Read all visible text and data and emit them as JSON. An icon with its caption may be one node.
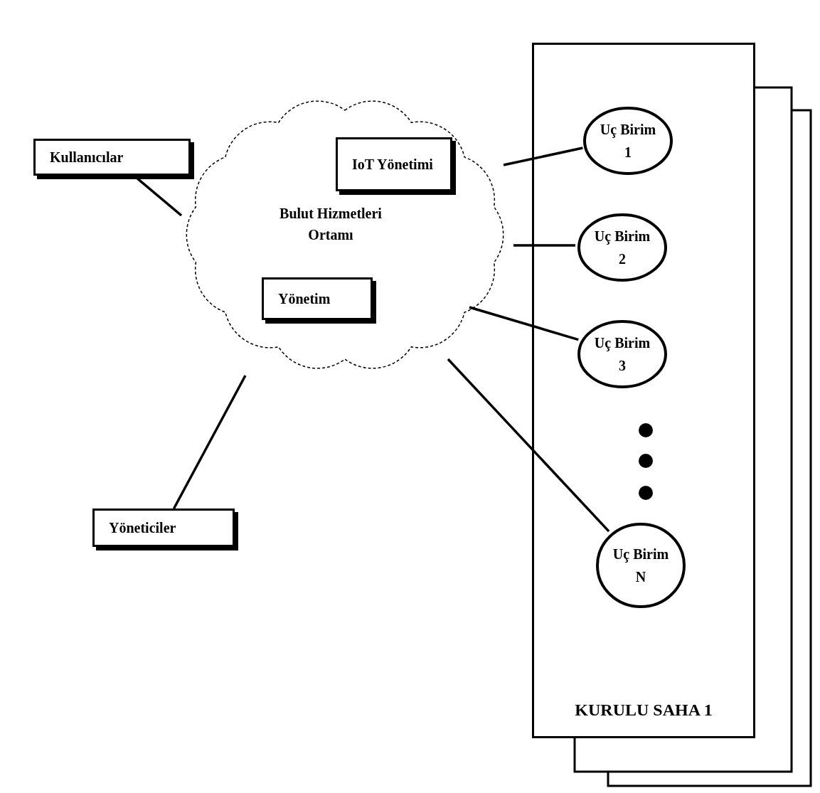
{
  "diagram": {
    "nodes": [
      {
        "text": [
          "Kullanıcılar"
        ]
      },
      {
        "text": [
          "Bulut Hizmetleri Ortamı"
        ]
      },
      {
        "text": [
          "IoT Yönetimi"
        ],
        "in": 1
      },
      {
        "text": [
          "Yönetim"
        ],
        "in": 1
      },
      {
        "text": [
          "Yöneticiler"
        ]
      },
      {
        "text": [
          "KURULU SAHA 1"
        ]
      },
      {
        "text": [
          "Uç Birim 1"
        ],
        "in": 5
      },
      {
        "text": [
          "Uç Birim 2"
        ],
        "in": 5
      },
      {
        "text": [
          "Uç Birim 3"
        ],
        "in": 5
      },
      {
        "text": [
          "Uç Birim N"
        ],
        "in": 5
      }
    ],
    "edges": [
      {
        "from": 0,
        "to": 1,
        "arrow": "none"
      },
      {
        "from": 4,
        "to": 1,
        "arrow": "none"
      },
      {
        "from": 1,
        "to": 6,
        "arrow": "none"
      },
      {
        "from": 1,
        "to": 7,
        "arrow": "none"
      },
      {
        "from": 1,
        "to": 8,
        "arrow": "none"
      },
      {
        "from": 1,
        "to": 9,
        "arrow": "none"
      }
    ]
  }
}
